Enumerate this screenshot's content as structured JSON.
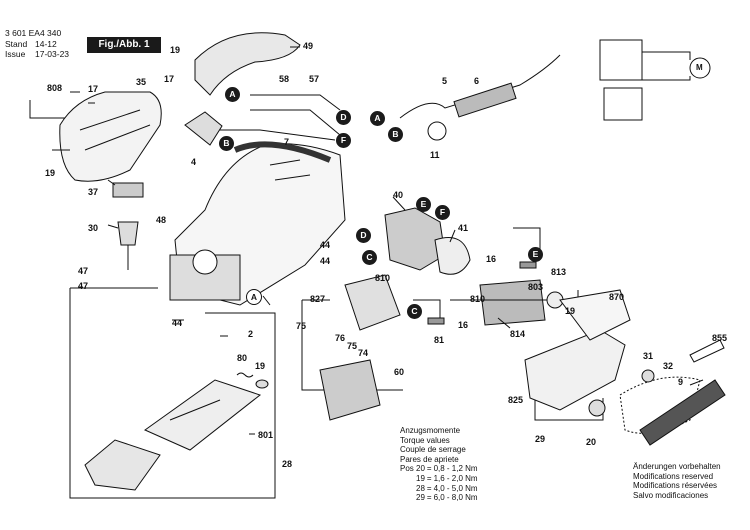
{
  "header": {
    "doc_number": "3 601 EA4 340",
    "stand_label": "Stand",
    "stand_value": "14-12",
    "issue_label": "Issue",
    "issue_value": "17-03-23",
    "figure_label": "Fig./Abb. 1"
  },
  "part_labels": [
    "808",
    "17",
    "35",
    "19",
    "17",
    "49",
    "58",
    "57",
    "5",
    "6",
    "4",
    "7",
    "11",
    "19",
    "37",
    "48",
    "30",
    "47",
    "47",
    "44",
    "44",
    "44",
    "2",
    "40",
    "41",
    "16",
    "813",
    "810",
    "803",
    "814",
    "19",
    "870",
    "827",
    "75",
    "76",
    "75",
    "74",
    "60",
    "810",
    "16",
    "81",
    "80",
    "19",
    "801",
    "28",
    "31",
    "32",
    "9",
    "855",
    "825",
    "29",
    "20"
  ],
  "callouts": [
    "A",
    "B",
    "D",
    "F",
    "A",
    "B",
    "D",
    "E",
    "F",
    "C",
    "C",
    "E",
    "A"
  ],
  "torque_block": {
    "lines": [
      "Anzugsmomente",
      "Torque values",
      "Couple de serrage",
      "Pares de apriete"
    ],
    "rows": [
      {
        "pos": "Pos 20",
        "eq": "=",
        "value": "0,8 - 1,2 Nm"
      },
      {
        "pos": "19",
        "eq": "=",
        "value": "1,6 - 2,0 Nm"
      },
      {
        "pos": "28",
        "eq": "=",
        "value": "4,0 - 5,0 Nm"
      },
      {
        "pos": "29",
        "eq": "=",
        "value": "6,0 - 8,0 Nm"
      }
    ]
  },
  "notes": [
    "Änderungen vorbehalten",
    "Modifications reserved",
    "Modifications réservées",
    "Salvo modificaciones"
  ],
  "motor_symbol": "M"
}
